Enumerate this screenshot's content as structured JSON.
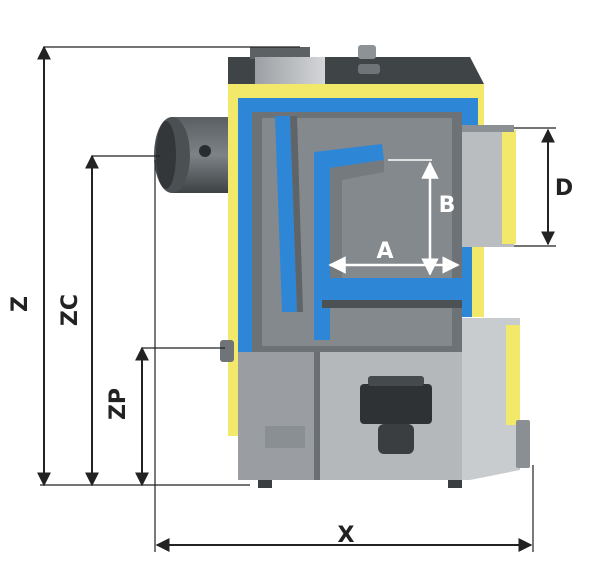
{
  "labels": {
    "z": "Z",
    "zc": "ZC",
    "zp": "ZP",
    "x": "X",
    "a": "A",
    "b": "B",
    "d": "D"
  },
  "colors": {
    "insulation_yellow": "#f2e86a",
    "water_jacket_blue": "#2d86d6",
    "steel_dark": "#4a4f53",
    "steel_mid": "#8a8f93",
    "steel_light": "#c9cccf",
    "dimension_line": "#222222"
  }
}
